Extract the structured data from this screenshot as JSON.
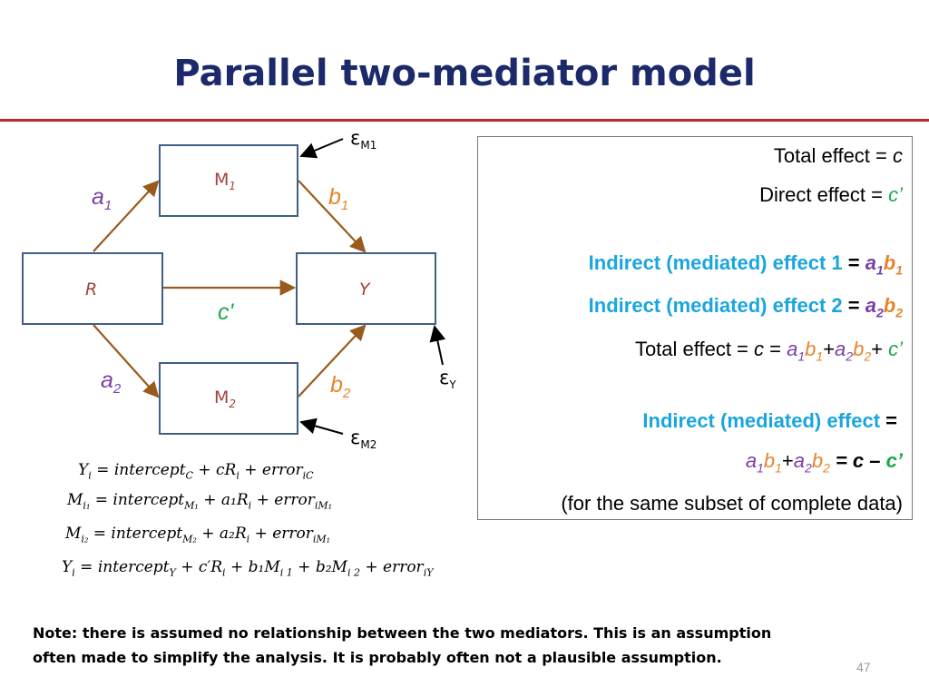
{
  "title": "Parallel two-mediator model",
  "slide_number": "47",
  "colors": {
    "title": "#1c2a6b",
    "rule": "#c0272d",
    "box_border": "#3f5f86",
    "path_arrow": "#9a5a1c",
    "a_paths": "#7a3fa6",
    "b_paths": "#e6832a",
    "direct": "#19a84b",
    "indirect": "#1aa6dd"
  },
  "diagram": {
    "nodes": {
      "m1": "M",
      "m1_sub": "1",
      "m2": "M",
      "m2_sub": "2",
      "r": "R",
      "y": "Y"
    },
    "paths": {
      "a1": "a",
      "a1_sub": "1",
      "a2": "a",
      "a2_sub": "2",
      "b1": "b",
      "b1_sub": "1",
      "b2": "b",
      "b2_sub": "2",
      "c_prime": "c'"
    },
    "errors": {
      "symbol": "ε",
      "em1_sub": "M1",
      "em2_sub": "M2",
      "ey_sub": "Y"
    }
  },
  "panel": {
    "total_effect": "Total effect = ",
    "total_effect_sym": "c",
    "direct_effect": "Direct effect = ",
    "direct_effect_sym": "c’",
    "indirect1": "Indirect (mediated) effect 1",
    "indirect2": "Indirect (mediated) effect 2",
    "equals": " = ",
    "total_effect_sum_prefix": "Total effect = ",
    "total_c": "c",
    "eq_sign": " = ",
    "plus": "+",
    "plus_space": "+ ",
    "indirect_total": "Indirect (mediated) effect",
    "indirect_total_eq": " = ",
    "c_minus": " = c – ",
    "c_prime": "c’",
    "subset_note": "(for the same subset of complete data)"
  },
  "equations": {
    "eq1": {
      "lhs": "Y",
      "lhs_sub": "i",
      "rhs": "= intercept",
      "rhs_sub": "C",
      "rest": "+ cR",
      "rest_sub": "i",
      "tail": "+ error",
      "tail_sub": "iC"
    },
    "eq2": {
      "lhs": "M",
      "lhs_sub": "i₁",
      "rhs": "= intercept",
      "rhs_sub": "M₁",
      "rest": "+ a₁R",
      "rest_sub": "i",
      "tail": "+ error",
      "tail_sub": "iM₁"
    },
    "eq3": {
      "lhs": "M",
      "lhs_sub": "i₂",
      "rhs": "= intercept",
      "rhs_sub": "M₂",
      "rest": "+ a₂R",
      "rest_sub": "i",
      "tail": "+ error",
      "tail_sub": "iM₁"
    },
    "eq4": {
      "lhs": "Y",
      "lhs_sub": "i",
      "rhs": "= intercept",
      "rhs_sub": "Y",
      "rest": "+ c′R",
      "rest_sub": "i",
      "mid": "+ b₁M",
      "mid_sub": "i 1",
      "mid2": "+ b₂M",
      "mid2_sub": "i 2",
      "tail": "+ error",
      "tail_sub": "iY"
    }
  },
  "note": {
    "line1": "Note: there is assumed no relationship between the two mediators.  This is an assumption",
    "line2": "often made to simplify the analysis.  It is probably often not a plausible assumption."
  }
}
